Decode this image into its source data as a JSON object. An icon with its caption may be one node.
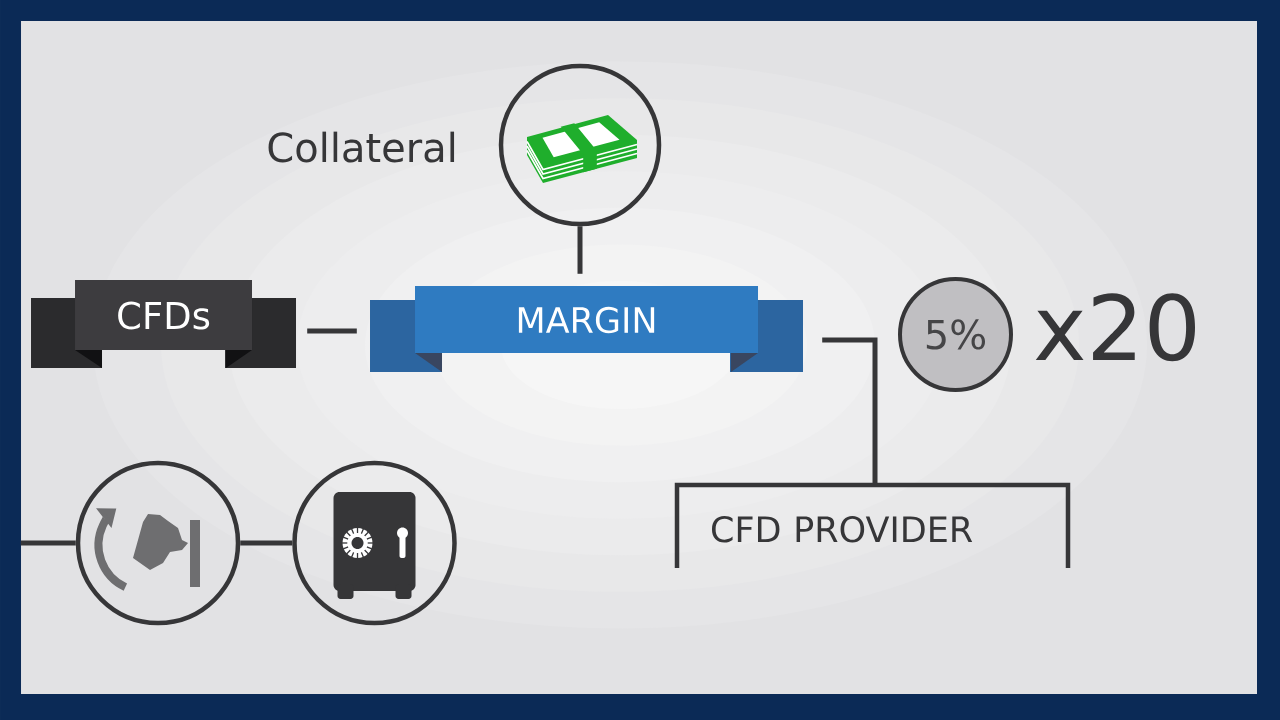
{
  "diagram": {
    "nodes": [
      {
        "text": [],
        "shape": "circle",
        "beside": [
          "Collateral"
        ]
      },
      {
        "text": [
          "CFDs"
        ]
      },
      {
        "text": [
          "MARGIN"
        ]
      },
      {
        "text": [
          "5%"
        ],
        "beside": [
          "x20"
        ]
      },
      {
        "text": [
          "CFD PROVIDER"
        ]
      },
      {
        "text": [],
        "shape": "circle"
      },
      {
        "text": [],
        "shape": "circle"
      }
    ],
    "edges": [
      {
        "from": 0,
        "to": 2,
        "arrow": "none"
      },
      {
        "from": 1,
        "to": 2,
        "arrow": "none"
      },
      {
        "from": 2,
        "to": 4,
        "arrow": "none"
      },
      {
        "from": null,
        "to": 5,
        "arrow": "none"
      },
      {
        "from": 5,
        "to": 6,
        "arrow": "none"
      }
    ]
  }
}
